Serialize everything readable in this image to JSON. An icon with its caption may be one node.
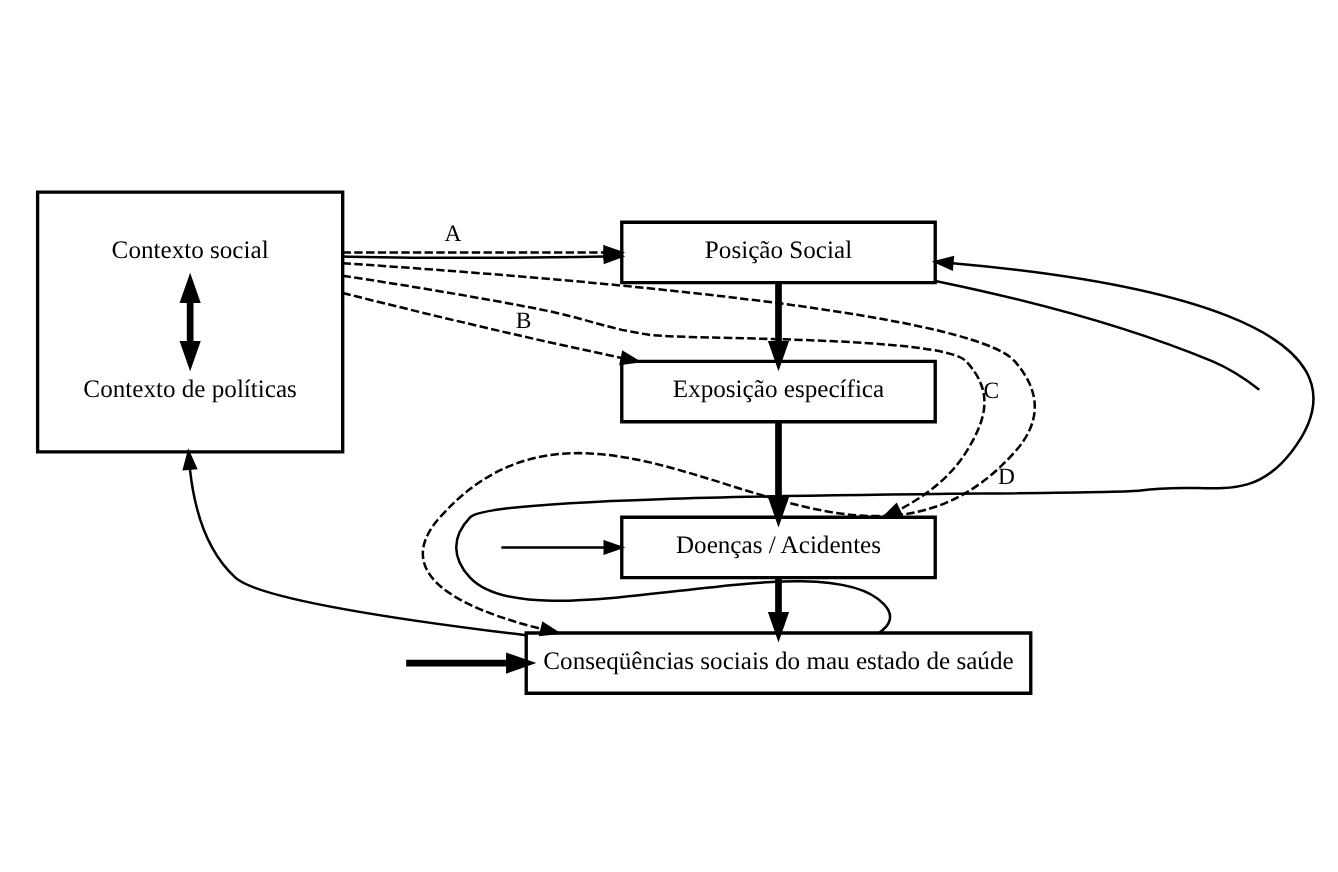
{
  "diagram": {
    "nodes": [
      {
        "text": [],
        "shape": "box"
      },
      {
        "text": [
          "Contexto social"
        ],
        "in": 0
      },
      {
        "text": [
          "Contexto de políticas"
        ],
        "in": 0
      },
      {
        "text": [
          "Posição Social"
        ]
      },
      {
        "text": [
          "Exposição específica"
        ]
      },
      {
        "text": [
          "Doenças / Acidentes"
        ]
      },
      {
        "text": [
          "Conseqüências sociais do mau estado de saúde"
        ]
      }
    ],
    "edges": [
      {
        "from": 1,
        "to": 2,
        "arrow": "both",
        "style": "thick"
      },
      {
        "from": 0,
        "to": 3,
        "arrow": "to"
      },
      {
        "from": 0,
        "to": 3,
        "arrow": "to",
        "style": "dashed",
        "label": "A"
      },
      {
        "from": 3,
        "to": 4,
        "arrow": "to",
        "style": "thick"
      },
      {
        "from": 0,
        "to": 4,
        "arrow": "to",
        "style": "dashed",
        "label": "B"
      },
      {
        "from": 4,
        "to": 5,
        "arrow": "to",
        "style": "thick"
      },
      {
        "from": 0,
        "to": 5,
        "arrow": "to",
        "style": "dashed",
        "label": "C"
      },
      {
        "from": 5,
        "to": 6,
        "arrow": "to",
        "style": "thick"
      },
      {
        "from": 0,
        "to": 6,
        "arrow": "to",
        "style": "dashed",
        "label": "D"
      },
      {
        "from": 3,
        "to": null,
        "arrow": "none"
      },
      {
        "from": null,
        "to": 5,
        "arrow": "to"
      },
      {
        "from": null,
        "to": 6,
        "arrow": "to",
        "style": "thick"
      },
      {
        "from": 6,
        "to": 0,
        "arrow": "to"
      },
      {
        "from": 6,
        "to": 3,
        "arrow": "to"
      }
    ]
  }
}
